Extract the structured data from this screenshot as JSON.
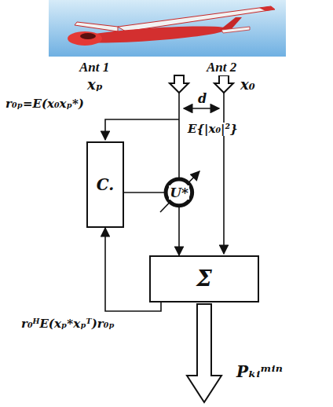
{
  "diagram": {
    "nodes": [
      {
        "text": [
          "C."
        ]
      },
      {
        "text": [
          "U*"
        ]
      },
      {
        "text": [
          "Σ"
        ]
      }
    ],
    "edges": [
      {
        "from": 0,
        "to": 1,
        "arrow": "none"
      },
      {
        "from": 1,
        "to": 2,
        "arrow": "to"
      },
      {
        "from": 2,
        "to": 0,
        "arrow": "to"
      }
    ],
    "labels": [
      "Ant 1",
      "xₚ",
      "Ant 2",
      "x₀",
      "d",
      "r₀ₚ=E(x₀xₚ*)",
      "E{|x₀|²}",
      "r₀ᴴE(xₚ*xₚᵀ)r₀ₚ",
      "Pₖᵢᵐⁱⁿ"
    ]
  }
}
